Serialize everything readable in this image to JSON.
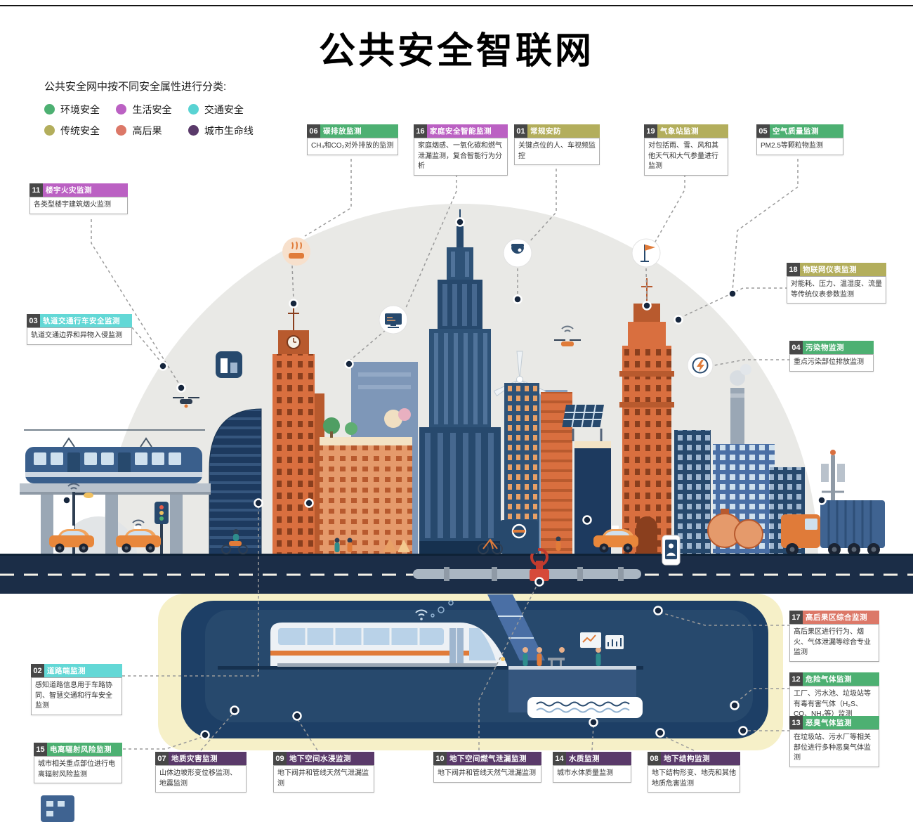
{
  "page": {
    "title": "公共安全智联网",
    "intro": "公共安全网中按不同安全属性进行分类:"
  },
  "legend": {
    "items": [
      {
        "label": "环境安全",
        "color": "#4db072"
      },
      {
        "label": "生活安全",
        "color": "#bb61c3"
      },
      {
        "label": "交通安全",
        "color": "#59d3d3"
      },
      {
        "label": "传统安全",
        "color": "#b3ae5c"
      },
      {
        "label": "高后果",
        "color": "#dc7868"
      },
      {
        "label": "城市生命线",
        "color": "#5a3a6a"
      }
    ]
  },
  "callouts": [
    {
      "num": "06",
      "title": "碳排放监测",
      "desc": "CH₄和CO₂对外排放的监测",
      "category": "环境安全"
    },
    {
      "num": "16",
      "title": "家庭安全智能监测",
      "desc": "家庭烟感、一氧化碳和燃气泄漏监测，复合智能行为分析",
      "category": "生活安全"
    },
    {
      "num": "01",
      "title": "常规安防",
      "desc": "关键点位的人、车视频监控",
      "category": "传统安全"
    },
    {
      "num": "19",
      "title": "气象站监测",
      "desc": "对包括雨、雪、风和其他天气和大气参量进行监测",
      "category": "传统安全"
    },
    {
      "num": "05",
      "title": "空气质量监测",
      "desc": "PM2.5等颗粒物监测",
      "category": "环境安全"
    },
    {
      "num": "11",
      "title": "楼宇火灾监测",
      "desc": "各类型楼宇建筑烟火监测",
      "category": "生活安全"
    },
    {
      "num": "18",
      "title": "物联网仪表监测",
      "desc": "对能耗、压力、温湿度、流量等传统仪表参数监测",
      "category": "传统安全"
    },
    {
      "num": "03",
      "title": "轨道交通行车安全监测",
      "desc": "轨道交通边界和异物入侵监测",
      "category": "交通安全"
    },
    {
      "num": "04",
      "title": "污染物监测",
      "desc": "重点污染部位排放监测",
      "category": "环境安全"
    },
    {
      "num": "17",
      "title": "高后果区综合监测",
      "desc": "高后果区进行行为、烟火、气体泄漏等综合专业监测",
      "category": "高后果"
    },
    {
      "num": "02",
      "title": "道路端监测",
      "desc": "感知道路信息用于车路协同、智慧交通和行车安全监测",
      "category": "交通安全"
    },
    {
      "num": "12",
      "title": "危险气体监测",
      "desc": "工厂、污水池、垃圾站等有毒有害气体（H₂S、CO、NH₃等）监测",
      "category": "环境安全"
    },
    {
      "num": "13",
      "title": "恶臭气体监测",
      "desc": "在垃圾站、污水厂等相关部位进行多种恶臭气体监测",
      "category": "环境安全"
    },
    {
      "num": "15",
      "title": "电离辐射风险监测",
      "desc": "城市相关重点部位进行电离辐射风险监测",
      "category": "环境安全"
    },
    {
      "num": "07",
      "title": "地质灾害监测",
      "desc": "山体边坡形变位移监测、地震监测",
      "category": "城市生命线"
    },
    {
      "num": "09",
      "title": "地下空间水浸监测",
      "desc": "地下阀井和管线天然气泄漏监测",
      "category": "城市生命线"
    },
    {
      "num": "10",
      "title": "地下空间燃气泄漏监测",
      "desc": "地下阀井和管线天然气泄漏监测",
      "category": "城市生命线"
    },
    {
      "num": "14",
      "title": "水质监测",
      "desc": "城市水体质量监测",
      "category": "城市生命线"
    },
    {
      "num": "08",
      "title": "地下结构监测",
      "desc": "地下结构形变、地壳和其他地质危害监测",
      "category": "城市生命线"
    }
  ]
}
